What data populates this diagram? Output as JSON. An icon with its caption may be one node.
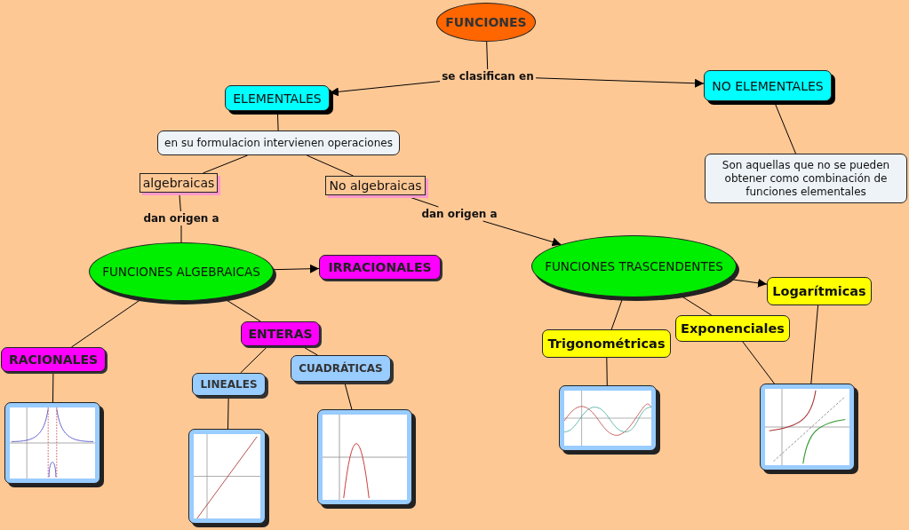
{
  "diagram": {
    "nodes": [
      {
        "text": [
          "FUNCIONES"
        ]
      },
      {
        "text": [
          "se clasifican en"
        ]
      },
      {
        "text": [
          "ELEMENTALES"
        ]
      },
      {
        "text": [
          "NO ELEMENTALES"
        ]
      },
      {
        "text": [
          "en su formulacion intervienen operaciones"
        ]
      },
      {
        "text": [
          "Son aquellas que no se pueden obtener como combinación de funciones elementales"
        ]
      },
      {
        "text": [
          "algebraicas"
        ]
      },
      {
        "text": [
          "No algebraicas"
        ]
      },
      {
        "text": [
          "dan origen a"
        ]
      },
      {
        "text": [
          "dan origen a"
        ]
      },
      {
        "text": [
          "FUNCIONES ALGEBRAICAS"
        ]
      },
      {
        "text": [
          "IRRACIONALES"
        ]
      },
      {
        "text": [
          "FUNCIONES TRASCENDENTES"
        ]
      },
      {
        "text": [
          "Logarítmicas"
        ]
      },
      {
        "text": [
          "ENTERAS"
        ]
      },
      {
        "text": [
          "Exponenciales"
        ]
      },
      {
        "text": [
          "RACIONALES"
        ]
      },
      {
        "text": [
          "Trigonométricas"
        ]
      },
      {
        "text": [
          "CUADRÁTICAS"
        ]
      },
      {
        "text": [
          "LINEALES"
        ]
      },
      {
        "text": [],
        "shape": "picture"
      },
      {
        "text": [],
        "shape": "picture"
      },
      {
        "text": [],
        "shape": "picture"
      },
      {
        "text": [],
        "shape": "picture"
      },
      {
        "text": [],
        "shape": "picture"
      }
    ],
    "edges": [
      {
        "from": 0,
        "to": 1,
        "arrow": "none"
      },
      {
        "from": 1,
        "to": 2,
        "arrow": "to"
      },
      {
        "from": 1,
        "to": 3,
        "arrow": "to"
      },
      {
        "from": 2,
        "to": 4,
        "arrow": "none"
      },
      {
        "from": 4,
        "to": 6,
        "arrow": "none"
      },
      {
        "from": 4,
        "to": 7,
        "arrow": "none"
      },
      {
        "from": 3,
        "to": 5,
        "arrow": "none"
      },
      {
        "from": 6,
        "to": 8,
        "arrow": "none"
      },
      {
        "from": 8,
        "to": 10,
        "arrow": "none"
      },
      {
        "from": 7,
        "to": 9,
        "arrow": "none"
      },
      {
        "from": 9,
        "to": 12,
        "arrow": "to"
      },
      {
        "from": 10,
        "to": 11,
        "arrow": "to"
      },
      {
        "from": 10,
        "to": 16,
        "arrow": "none"
      },
      {
        "from": 10,
        "to": 14,
        "arrow": "none"
      },
      {
        "from": 14,
        "to": 19,
        "arrow": "none"
      },
      {
        "from": 14,
        "to": 18,
        "arrow": "none"
      },
      {
        "from": 16,
        "to": 20,
        "arrow": "none"
      },
      {
        "from": 19,
        "to": 21,
        "arrow": "none"
      },
      {
        "from": 18,
        "to": 22,
        "arrow": "none"
      },
      {
        "from": 12,
        "to": 13,
        "arrow": "to"
      },
      {
        "from": 12,
        "to": 17,
        "arrow": "none"
      },
      {
        "from": 12,
        "to": 15,
        "arrow": "none"
      },
      {
        "from": 17,
        "to": 23,
        "arrow": "none"
      },
      {
        "from": 15,
        "to": 24,
        "arrow": "none"
      },
      {
        "from": 13,
        "to": 24,
        "arrow": "none"
      }
    ]
  }
}
